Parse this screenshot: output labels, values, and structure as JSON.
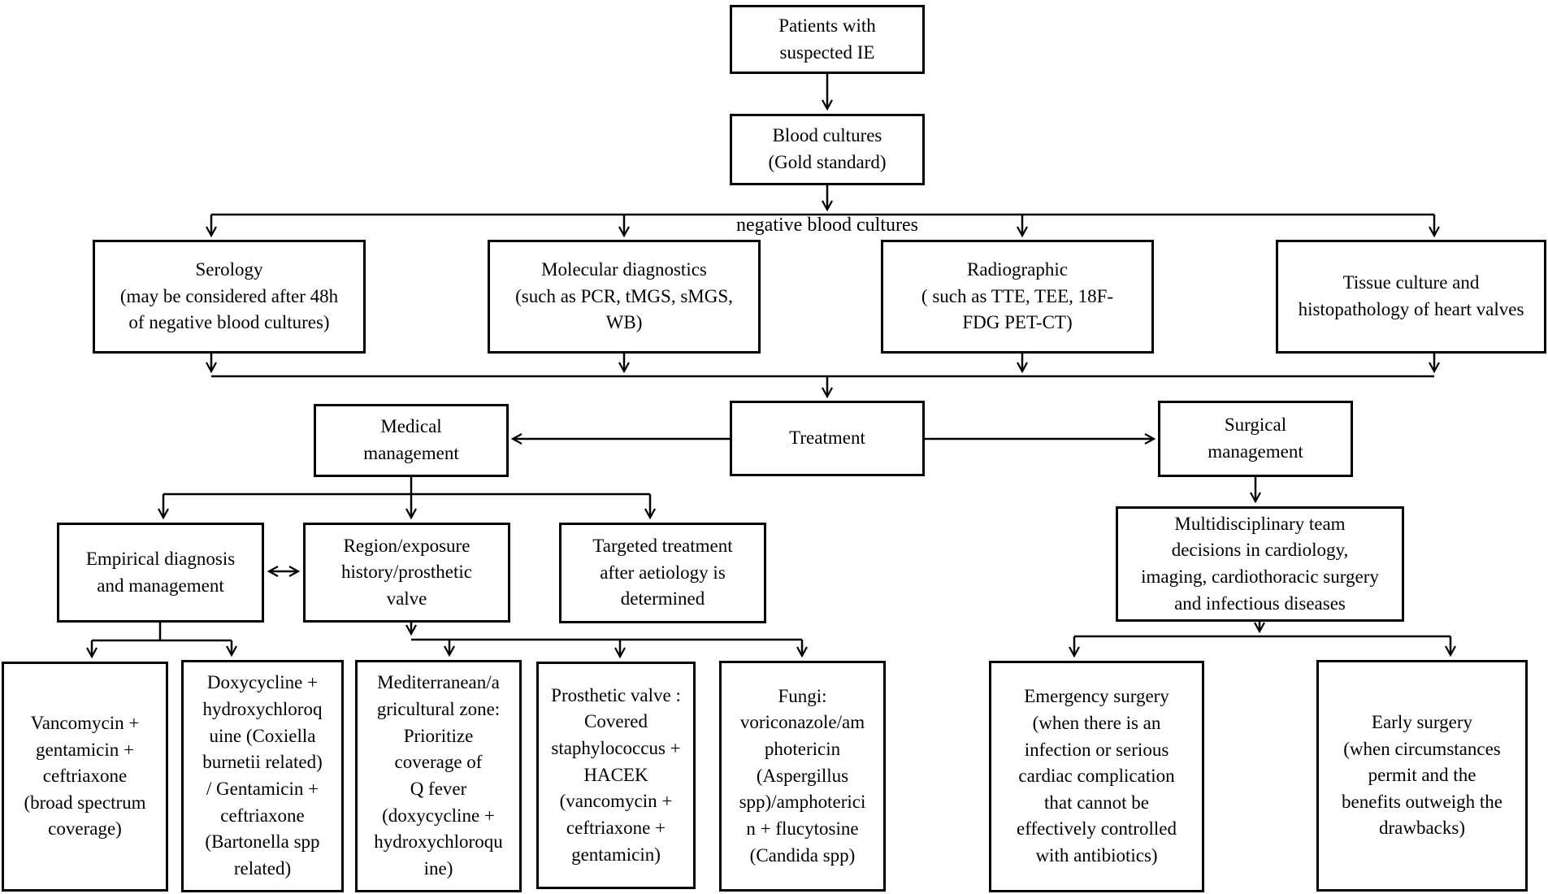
{
  "diagram": {
    "description": "Flowchart for diagnosis and treatment of patients with suspected infective endocarditis",
    "colors": {
      "ink": "#000000",
      "background": "#ffffff"
    },
    "labels": {
      "negative_blood_cultures": "negative blood cultures"
    },
    "nodes": {
      "patients": {
        "text": "Patients with\nsuspected IE"
      },
      "blood_cultures": {
        "text": "Blood cultures\n(Gold standard)"
      },
      "serology": {
        "text": "Serology\n(may be considered after 48h\nof negative blood cultures)"
      },
      "molecular": {
        "text": "Molecular diagnostics\n(such as PCR, tMGS, sMGS,\nWB)"
      },
      "radiographic": {
        "text": "Radiographic\n( such as TTE, TEE, 18F-\nFDG PET-CT)"
      },
      "tissue": {
        "text": "Tissue culture and\nhistopathology of heart valves"
      },
      "treatment": {
        "text": "Treatment"
      },
      "medical": {
        "text": "Medical\nmanagement"
      },
      "surgical": {
        "text": "Surgical\nmanagement"
      },
      "empirical": {
        "text": "Empirical diagnosis\nand management"
      },
      "region": {
        "text": "Region/exposure\nhistory/prosthetic\nvalve"
      },
      "targeted": {
        "text": "Targeted treatment\nafter aetiology is\ndetermined"
      },
      "multidisciplinary": {
        "text": "Multidisciplinary team\ndecisions in cardiology,\nimaging, cardiothoracic surgery\nand infectious diseases"
      },
      "vancomycin": {
        "text": "Vancomycin +\ngentamicin +\nceftriaxone\n(broad spectrum\ncoverage)"
      },
      "doxycycline": {
        "text": "Doxycycline +\nhydroxychloroq\nuine (Coxiella\nburnetii related)\n/ Gentamicin +\nceftriaxone\n(Bartonella spp\nrelated)"
      },
      "mediterranean": {
        "text": "Mediterranean/a\ngricultural zone:\nPrioritize\ncoverage of\nQ fever\n(doxycycline +\nhydroxychloroqu\nine)"
      },
      "prosthetic": {
        "text": "Prosthetic valve :\nCovered\nstaphylococcus +\nHACEK\n(vancomycin +\nceftriaxone +\ngentamicin)"
      },
      "fungi": {
        "text": "Fungi:\nvoriconazole/am\nphotericin\n(Aspergillus\nspp)/amphoterici\nn + flucytosine\n(Candida spp)"
      },
      "emergency": {
        "text": "Emergency surgery\n(when there is an\ninfection or serious\ncardiac complication\nthat cannot be\neffectively controlled\nwith antibiotics)"
      },
      "early": {
        "text": "Early surgery\n(when circumstances\npermit and the\nbenefits outweigh the\ndrawbacks)"
      }
    }
  }
}
